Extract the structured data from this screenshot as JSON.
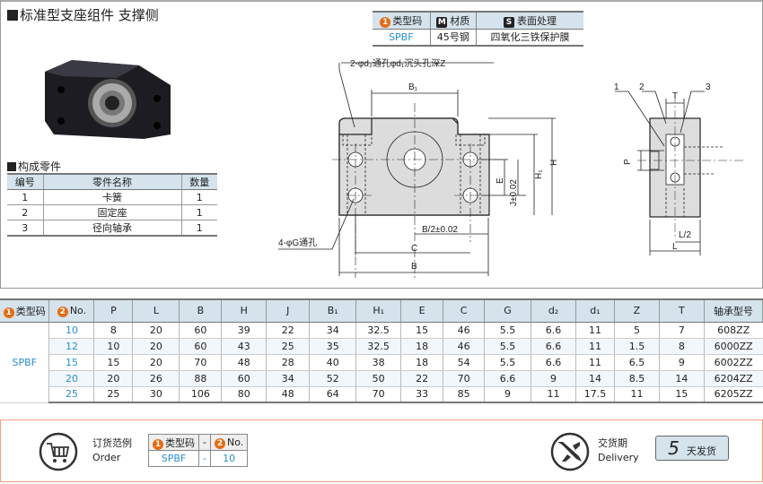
{
  "title": "标准型支座组件  支撑侧",
  "spec": {
    "headers": [
      "类型码",
      "材质",
      "表面处理"
    ],
    "header_icons": [
      "1",
      "M",
      "S"
    ],
    "values": [
      "SPBF",
      "45号钢",
      "四氧化三铁保护膜"
    ]
  },
  "parts": {
    "title": "构成零件",
    "headers": [
      "编号",
      "零件名称",
      "数量"
    ],
    "rows": [
      [
        "1",
        "卡簧",
        "1"
      ],
      [
        "2",
        "固定座",
        "1"
      ],
      [
        "3",
        "径向轴承",
        "1"
      ]
    ]
  },
  "drawing": {
    "note_top": "2-φd₂通孔φd₁沉头孔深Z",
    "note_bottom": "4-φG通孔",
    "B1": "B₁",
    "H": "H",
    "H1": "H₁",
    "E": "E",
    "J": "J±0.02",
    "B2": "B/2±0.02",
    "C": "C",
    "B": "B",
    "callouts": [
      "1",
      "2",
      "3"
    ],
    "T": "T",
    "P": "P",
    "L2": "L/2",
    "L": "L"
  },
  "table": {
    "headers": [
      "类型码",
      "No.",
      "P",
      "L",
      "B",
      "H",
      "J",
      "B₁",
      "H₁",
      "E",
      "C",
      "G",
      "d₂",
      "d₁",
      "Z",
      "T",
      "轴承型号"
    ],
    "type": "SPBF",
    "rows": [
      [
        "10",
        "8",
        "20",
        "60",
        "39",
        "22",
        "34",
        "32.5",
        "15",
        "46",
        "5.5",
        "6.6",
        "11",
        "5",
        "7",
        "608ZZ"
      ],
      [
        "12",
        "10",
        "20",
        "60",
        "43",
        "25",
        "35",
        "32.5",
        "18",
        "46",
        "5.5",
        "6.6",
        "11",
        "1.5",
        "8",
        "6000ZZ"
      ],
      [
        "15",
        "15",
        "20",
        "70",
        "48",
        "28",
        "40",
        "38",
        "18",
        "54",
        "5.5",
        "6.6",
        "11",
        "6.5",
        "9",
        "6002ZZ"
      ],
      [
        "20",
        "20",
        "26",
        "88",
        "60",
        "34",
        "52",
        "50",
        "22",
        "70",
        "6.6",
        "9",
        "14",
        "8.5",
        "14",
        "6204ZZ"
      ],
      [
        "25",
        "25",
        "30",
        "106",
        "80",
        "48",
        "64",
        "70",
        "33",
        "85",
        "9",
        "11",
        "17.5",
        "11",
        "15",
        "6205ZZ"
      ]
    ]
  },
  "order": {
    "label_cn": "订货范例",
    "label_en": "Order",
    "headers": [
      "类型码",
      "-",
      "No."
    ],
    "values": [
      "SPBF",
      "-",
      "10"
    ]
  },
  "delivery": {
    "label_cn": "交货期",
    "label_en": "Delivery",
    "days": "5",
    "text": "天发货"
  }
}
